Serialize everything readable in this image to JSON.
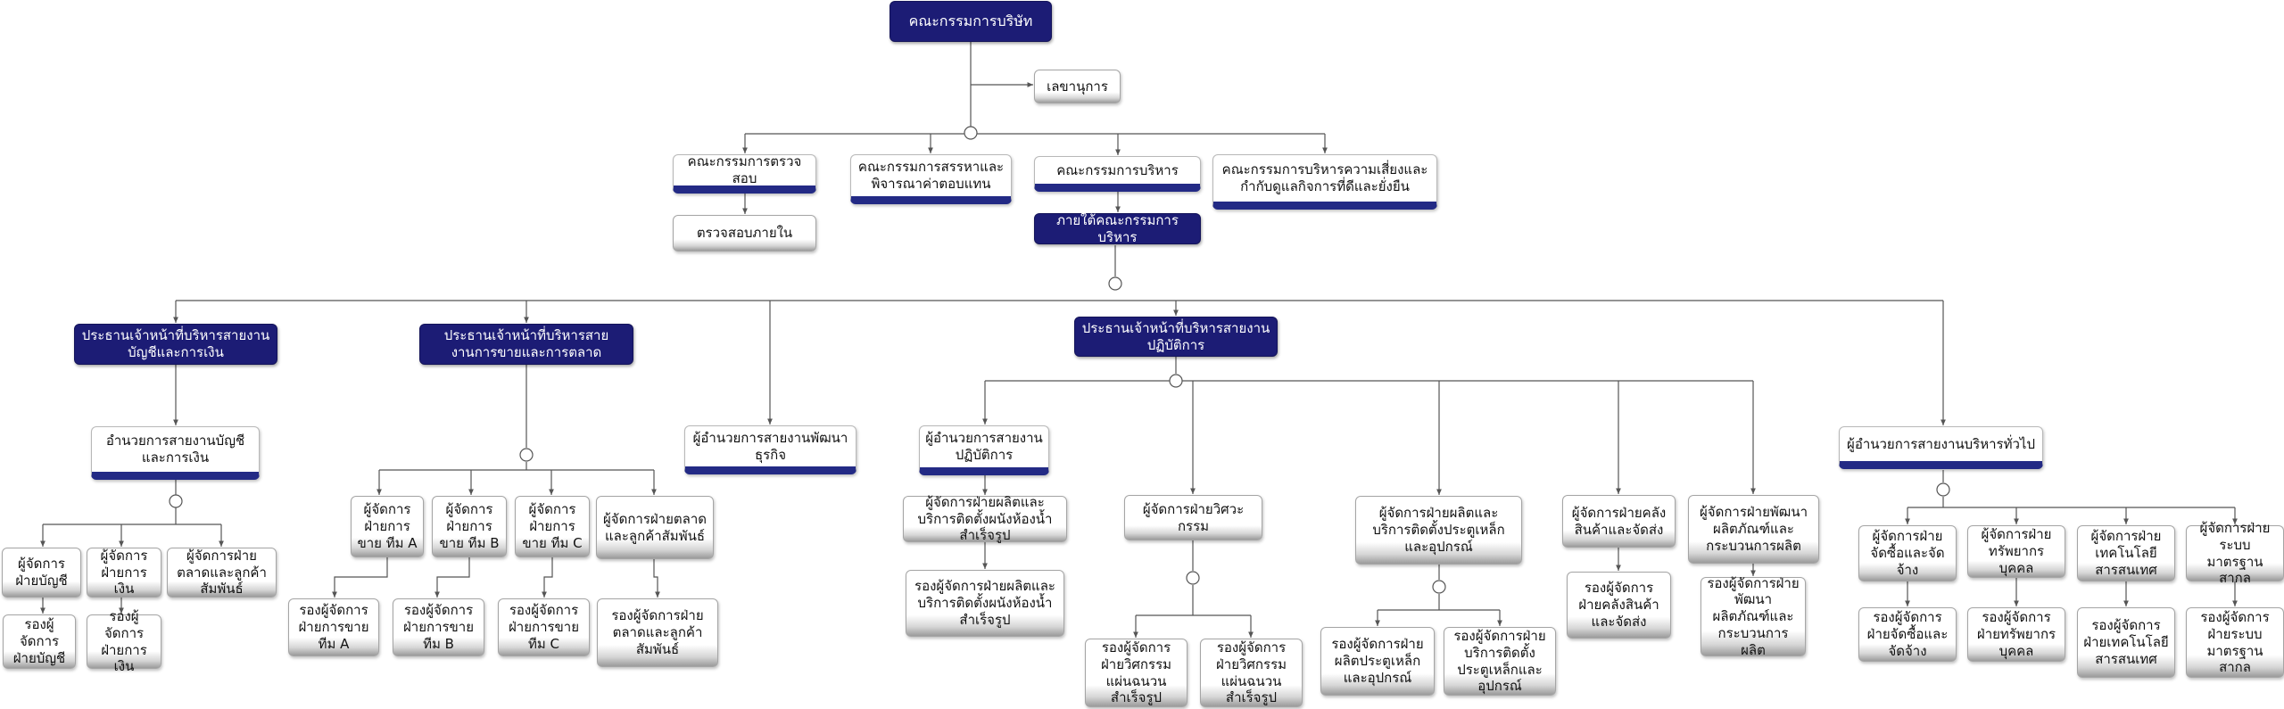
{
  "nodes": {
    "board": "คณะกรรมการบริษัท",
    "secretary": "เลขานุการ",
    "audit_committee": "คณะกรรมการตรวจสอบ",
    "nomination_committee": "คณะกรรมการสรรหาและพิจารณาค่าตอบแทน",
    "executive_committee": "คณะกรรมการบริหาร",
    "risk_committee": "คณะกรรมการบริหารความเสี่ยงและกำกับดูแลกิจการที่ดีและยั่งยืน",
    "internal_audit": "ตรวจสอบภายใน",
    "under_exec_committee": "ภายใต้คณะกรรมการบริหาร",
    "cfo": "ประธานเจ้าหน้าที่บริหารสายงานบัญชีและการเงิน",
    "cso": "ประธานเจ้าหน้าที่บริหารสายงานการขายและการตลาด",
    "bd_director": "ผู้อำนวยการสายงานพัฒนาธุรกิจ",
    "coo": "ประธานเจ้าหน้าที่บริหารสายงานปฏิบัติการ",
    "ga_director": "ผู้อำนวยการสายงานบริหารทั่วไป",
    "finance_director": "อำนวยการสายงานบัญชีและการเงิน",
    "acc_mgr": "ผู้จัดการฝ่ายบัญชี",
    "fin_mgr": "ผู้จัดการฝ่ายการเงิน",
    "crm_mgr_fin": "ผู้จัดการฝ่ายตลาดและลูกค้าสัมพันธ์",
    "acc_deputy": "รองผู้จัดการฝ่ายบัญชี",
    "fin_deputy": "รองผู้จัดการฝ่ายการเงิน",
    "sales_a_mgr": "ผู้จัดการฝ่ายการขาย ทีม A",
    "sales_b_mgr": "ผู้จัดการฝ่ายการขาย ทีม B",
    "sales_c_mgr": "ผู้จัดการฝ่ายการขาย ทีม C",
    "marketing_mgr": "ผู้จัดการฝ่ายตลาดและลูกค้าสัมพันธ์",
    "sales_a_deputy": "รองผู้จัดการฝ่ายการขาย ทีม A",
    "sales_b_deputy": "รองผู้จัดการฝ่ายการขาย ทีม B",
    "sales_c_deputy": "รองผู้จัดการฝ่ายการขาย ทีม C",
    "marketing_deputy": "รองผู้จัดการฝ่ายตลาดและลูกค้าสัมพันธ์",
    "ops_director": "ผู้อำนวยการสายงานปฏิบัติการ",
    "install_mgr": "ผู้จัดการฝ่ายผลิตและบริการติดตั้งผนังห้องน้ำสำเร็จรูป",
    "install_deputy": "รองผู้จัดการฝ่ายผลิตและบริการติดตั้งผนังห้องน้ำสำเร็จรูป",
    "engineering_mgr": "ผู้จัดการฝ่ายวิศวะกรรม",
    "eng_deputy_1": "รองผู้จัดการฝ่ายวิศกรรมแผ่นฉนวนสำเร็จรูป",
    "eng_deputy_2": "รองผู้จัดการฝ่ายวิศกรรมแผ่นฉนวนสำเร็จรูป",
    "steel_mgr": "ผู้จัดการฝ่ายผลิตและบริการติดตั้งประตูเหล็กและอุปกรณ์",
    "steel_deputy_1": "รองผู้จัดการฝ่ายผลิตประตูเหล็กและอุปกรณ์",
    "steel_deputy_2": "รองผู้จัดการฝ่ายบริการติดตั้งประตูเหล็กและอุปกรณ์",
    "warehouse_mgr": "ผู้จัดการฝ่ายคลังสินค้าและจัดส่ง",
    "warehouse_deputy": "รองผู้จัดการฝ่ายคลังสินค้าและจัดส่ง",
    "product_dev_mgr": "ผู้จัดการฝ่ายพัฒนาผลิตภัณฑ์และกระบวนการผลิต",
    "product_dev_deputy": "รองผู้จัดการฝ่ายพัฒนาผลิตภัณฑ์และกระบวนการผลิต",
    "procurement_mgr": "ผู้จัดการฝ่ายจัดซื้อและจัดจ้าง",
    "hr_mgr": "ผู้จัดการฝ่ายทรัพยากรบุคคล",
    "it_mgr": "ผู้จัดการฝ่ายเทคโนโลยีสารสนเทศ",
    "iso_mgr": "ผู้จัดการฝ่ายระบบมาตรฐานสากล",
    "procurement_deputy": "รองผู้จัดการฝ่ายจัดซื้อและจัดจ้าง",
    "hr_deputy": "รองผู้จัดการฝ่ายทรัพยากรบุคคล",
    "it_deputy": "รองผู้จัดการฝ่ายเทคโนโลยีสารสนเทศ",
    "iso_deputy": "รองผู้จัดการฝ่ายระบบมาตรฐานสากล"
  },
  "colors": {
    "dark_box": "#1c1c75",
    "accent_bar": "#232a85",
    "connector": "#555555"
  }
}
